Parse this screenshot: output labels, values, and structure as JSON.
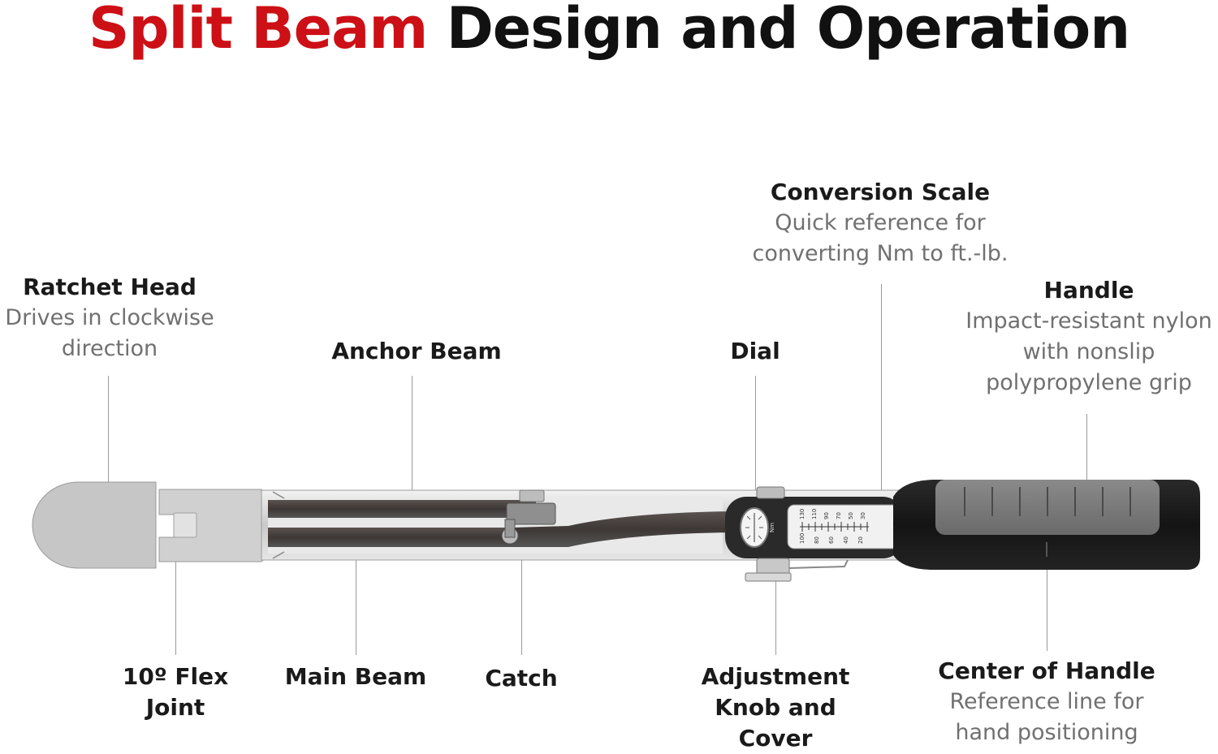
{
  "title": {
    "accent": "Split Beam",
    "rest": " Design and Operation"
  },
  "colors": {
    "accent": "#cc1016",
    "heading": "#1a1a1a",
    "description": "#707070"
  },
  "callouts": {
    "ratchet_head": {
      "heading": "Ratchet Head",
      "lines": [
        "Drives in clockwise",
        "direction"
      ]
    },
    "anchor_beam": {
      "heading": "Anchor Beam"
    },
    "dial": {
      "heading": "Dial"
    },
    "conversion_scale": {
      "heading": "Conversion Scale",
      "lines": [
        "Quick reference for",
        "converting Nm to ft.-lb."
      ]
    },
    "handle": {
      "heading": "Handle",
      "lines": [
        "Impact-resistant nylon",
        "with nonslip",
        "polypropylene grip"
      ]
    },
    "flex_joint": {
      "lines": [
        "10º Flex",
        "Joint"
      ]
    },
    "main_beam": {
      "heading": "Main Beam"
    },
    "catch": {
      "heading": "Catch"
    },
    "adjustment_knob": {
      "lines": [
        "Adjustment",
        "Knob and",
        "Cover"
      ]
    },
    "center_of_handle": {
      "heading": "Center of Handle",
      "lines": [
        "Reference line for",
        "hand positioning"
      ]
    }
  },
  "scale": {
    "nm_values": [
      "100",
      "80",
      "60",
      "40",
      "20"
    ],
    "ft_values": [
      "130",
      "110",
      "90",
      "70",
      "50",
      "30"
    ],
    "unit_nm": "Nm"
  }
}
